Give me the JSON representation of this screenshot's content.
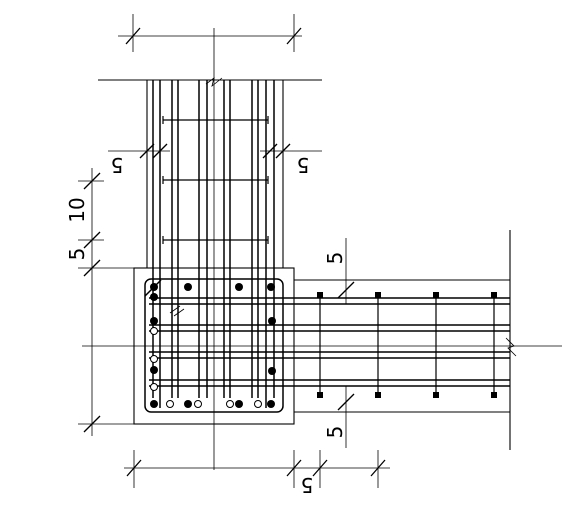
{
  "dimensions": {
    "top_col_left_cover": "5",
    "top_col_right_cover": "5",
    "left_spacing_upper": "10",
    "left_spacing_lower": "5",
    "beam_top_cover": "5",
    "beam_bottom_cover": "5",
    "bottom_cover": "5"
  }
}
